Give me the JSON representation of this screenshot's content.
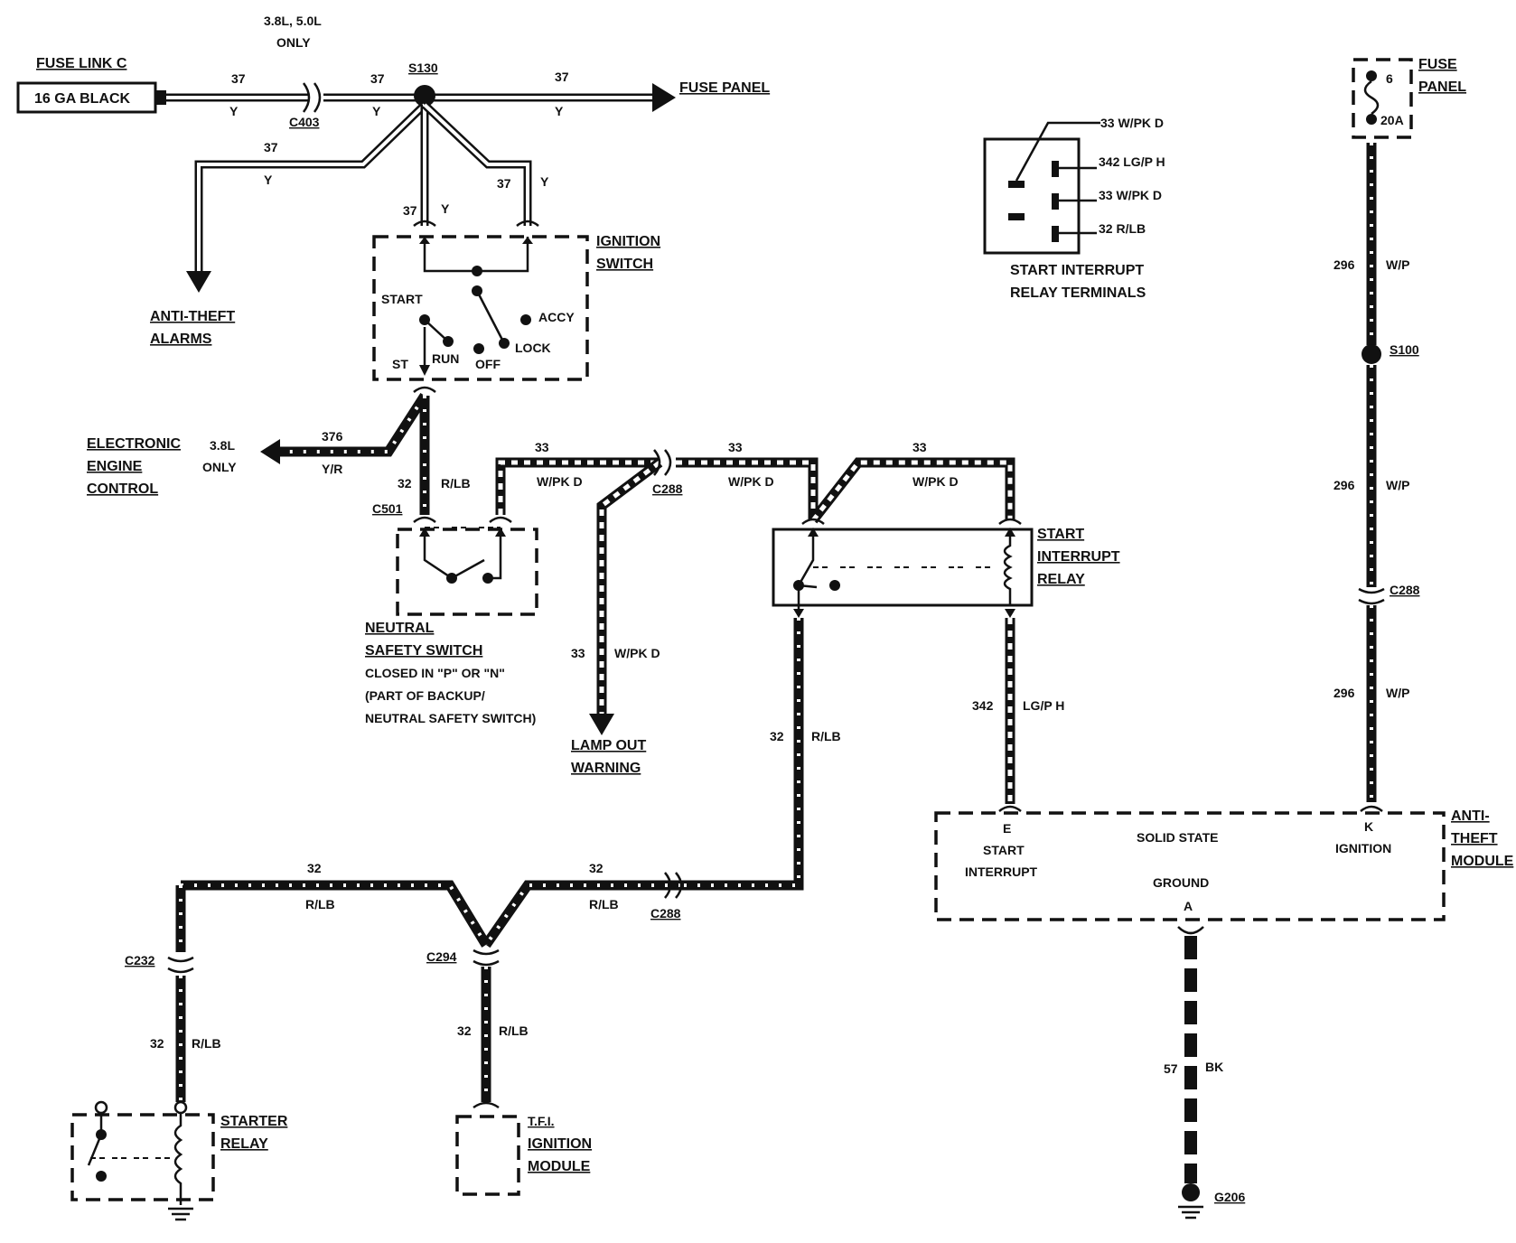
{
  "labels": {
    "engines_only": "3.8L, 5.0L",
    "only": "ONLY",
    "fuse_link": "FUSE LINK C",
    "fuse_link_box": "16 GA BLACK",
    "s130": "S130",
    "c403": "C403",
    "fuse_panel_arrow": "FUSE PANEL",
    "ignition": "IGNITION",
    "switch": "SWITCH",
    "start": "START",
    "accy": "ACCY",
    "lock": "LOCK",
    "run": "RUN",
    "off": "OFF",
    "st": "ST",
    "anti_theft": "ANTI-THEFT",
    "alarms": "ALARMS",
    "electronic": "ELECTRONIC",
    "engine": "ENGINE",
    "control": "CONTROL",
    "eec_38l": "3.8L",
    "eec_only": "ONLY",
    "c501": "C501",
    "c288": "C288",
    "neutral": "NEUTRAL",
    "safety_switch": "SAFETY SWITCH",
    "closed_in": "CLOSED IN \"P\" OR \"N\"",
    "part_of": "(PART OF BACKUP/",
    "neutral_safety": "NEUTRAL SAFETY SWITCH)",
    "lamp_out": "LAMP OUT",
    "warning": "WARNING",
    "start_interrupt_relay_1": "START",
    "start_interrupt_relay_2": "INTERRUPT",
    "start_interrupt_relay_3": "RELAY",
    "relay_terminals_1": "START INTERRUPT",
    "relay_terminals_2": "RELAY TERMINALS",
    "term_33a": "33 W/PK D",
    "term_342": "342 LG/P H",
    "term_33b": "33 W/PK D",
    "term_32": "32 R/LB",
    "fuse_panel_1": "FUSE",
    "fuse_panel_2": "PANEL",
    "fuse_6": "6",
    "fuse_20a": "20A",
    "s100": "S100",
    "c288_right": "C288",
    "module_e": "E",
    "module_k": "K",
    "module_a": "A",
    "module_start": "START",
    "module_interrupt": "INTERRUPT",
    "module_solid_state": "SOLID STATE",
    "module_ground": "GROUND",
    "module_ignition": "IGNITION",
    "anti_theft_module_1": "ANTI-",
    "anti_theft_module_2": "THEFT",
    "anti_theft_module_3": "MODULE",
    "c232": "C232",
    "c294": "C294",
    "c288_bottom": "C288",
    "starter": "STARTER",
    "relay": "RELAY",
    "tfi_1": "T.F.I.",
    "tfi_2": "IGNITION",
    "tfi_3": "MODULE",
    "g206": "G206"
  },
  "wires": {
    "w37": "37",
    "y": "Y",
    "w376": "376",
    "yr": "Y/R",
    "w32": "32",
    "rlb": "R/LB",
    "w33": "33",
    "wpkd": "W/PK D",
    "w342": "342",
    "lgph": "LG/P H",
    "w296": "296",
    "wp": "W/P",
    "w57": "57",
    "bk": "BK"
  }
}
